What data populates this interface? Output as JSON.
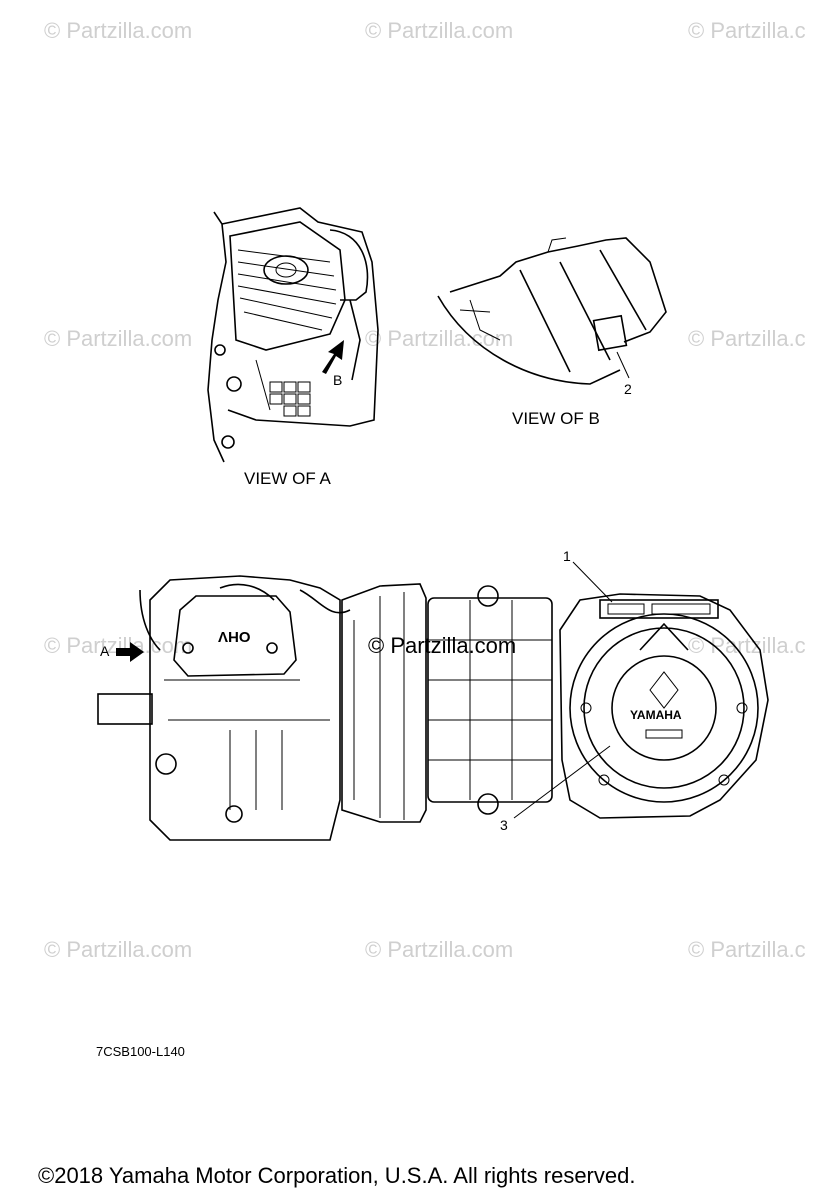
{
  "watermarks": {
    "text": "© Partzilla.com",
    "edge_text": "© Partzilla.c",
    "center_text": "© Partzilla.com"
  },
  "labels": {
    "view_a": "VIEW OF A",
    "view_b": "VIEW OF B",
    "arrow_a": "A",
    "arrow_b": "B",
    "callout_1": "1",
    "callout_2": "2",
    "callout_3": "3",
    "engine_text_ohv": "OHV",
    "engine_text_yamaha": "YAMAHA"
  },
  "diagram_code": "7CSB100-L140",
  "copyright": "©2018  Yamaha Motor Corporation, U.S.A. All rights reserved.",
  "colors": {
    "watermark": "#cfcfcf",
    "line": "#000000",
    "background": "#ffffff"
  }
}
